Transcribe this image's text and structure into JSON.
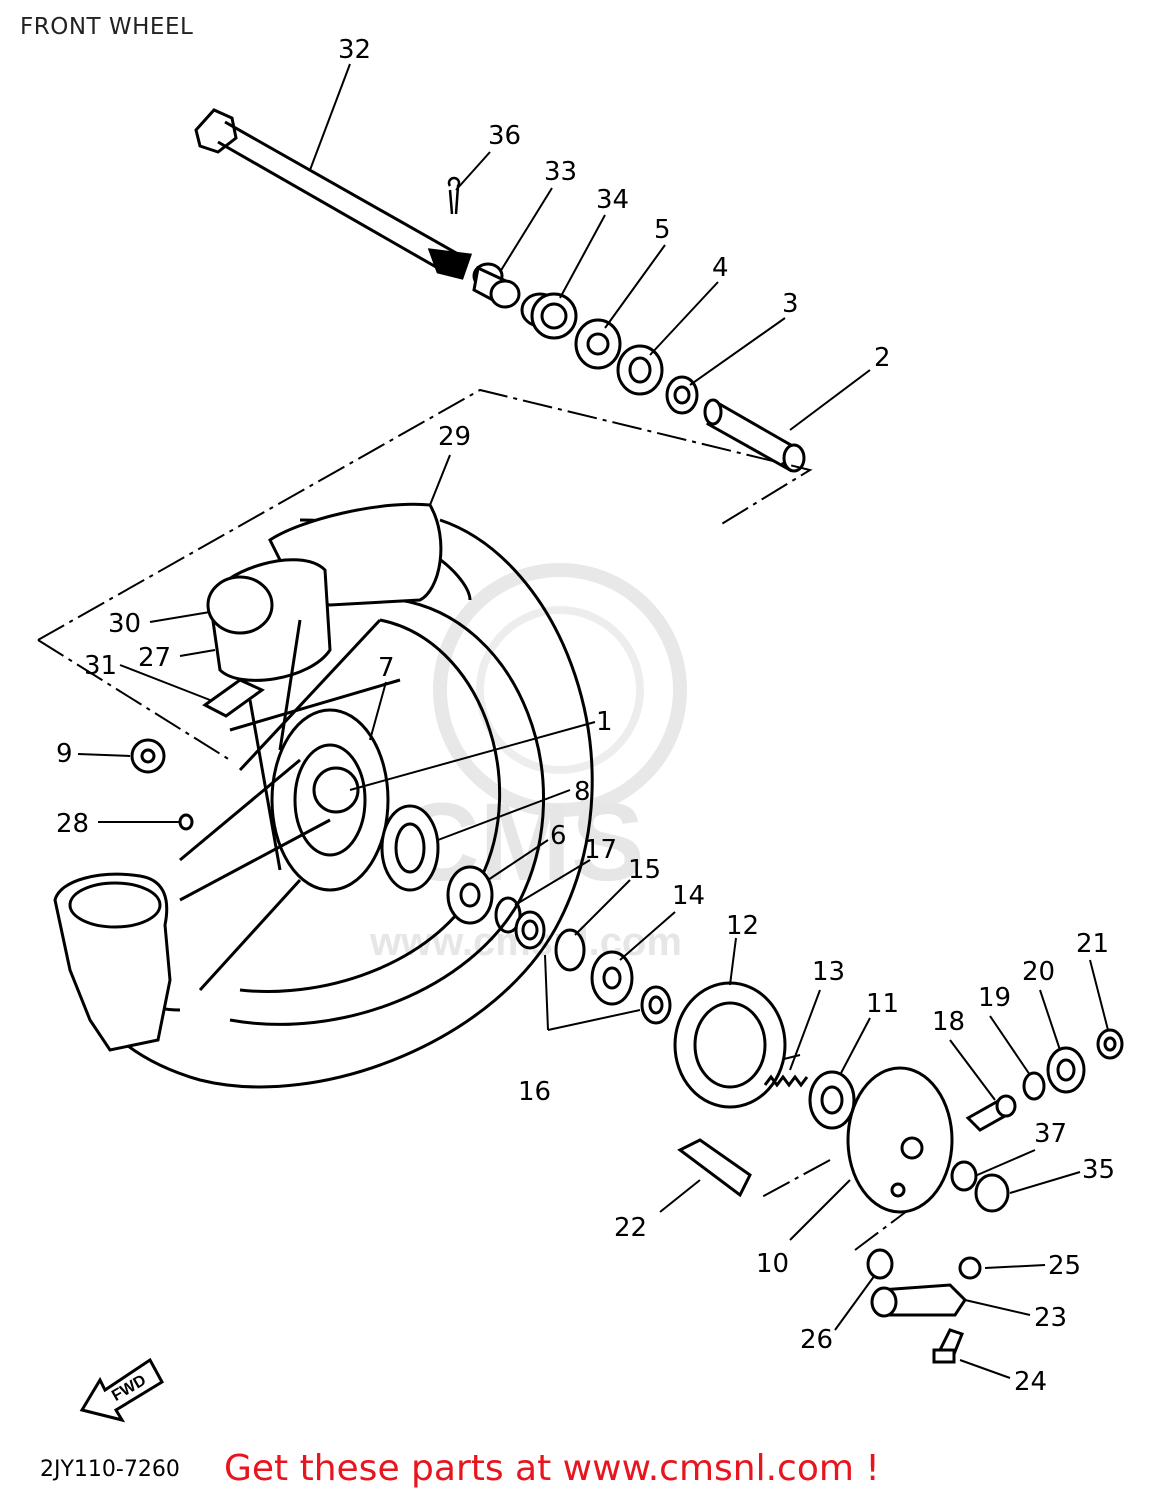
{
  "header": {
    "title": "FRONT WHEEL"
  },
  "callouts": [
    {
      "id": "32",
      "label": "32"
    },
    {
      "id": "36",
      "label": "36"
    },
    {
      "id": "33",
      "label": "33"
    },
    {
      "id": "34",
      "label": "34"
    },
    {
      "id": "5",
      "label": "5"
    },
    {
      "id": "4",
      "label": "4"
    },
    {
      "id": "3",
      "label": "3"
    },
    {
      "id": "2",
      "label": "2"
    },
    {
      "id": "29",
      "label": "29"
    },
    {
      "id": "30",
      "label": "30"
    },
    {
      "id": "27",
      "label": "27"
    },
    {
      "id": "31",
      "label": "31"
    },
    {
      "id": "7",
      "label": "7"
    },
    {
      "id": "1",
      "label": "1"
    },
    {
      "id": "9",
      "label": "9"
    },
    {
      "id": "8",
      "label": "8"
    },
    {
      "id": "28",
      "label": "28"
    },
    {
      "id": "6",
      "label": "6"
    },
    {
      "id": "17",
      "label": "17"
    },
    {
      "id": "15",
      "label": "15"
    },
    {
      "id": "14",
      "label": "14"
    },
    {
      "id": "12",
      "label": "12"
    },
    {
      "id": "13",
      "label": "13"
    },
    {
      "id": "11",
      "label": "11"
    },
    {
      "id": "18",
      "label": "18"
    },
    {
      "id": "19",
      "label": "19"
    },
    {
      "id": "20",
      "label": "20"
    },
    {
      "id": "21",
      "label": "21"
    },
    {
      "id": "16",
      "label": "16"
    },
    {
      "id": "37",
      "label": "37"
    },
    {
      "id": "35",
      "label": "35"
    },
    {
      "id": "22",
      "label": "22"
    },
    {
      "id": "10",
      "label": "10"
    },
    {
      "id": "25",
      "label": "25"
    },
    {
      "id": "23",
      "label": "23"
    },
    {
      "id": "26",
      "label": "26"
    },
    {
      "id": "24",
      "label": "24"
    }
  ],
  "direction_badge": "FWD",
  "diagram_code": "2JY110-7260",
  "watermark": {
    "brand": "CMS",
    "url": "www.cmsnl.com"
  },
  "footer": {
    "link_text": "Get these parts at www.cmsnl.com !",
    "link_color": "#e8141e"
  }
}
